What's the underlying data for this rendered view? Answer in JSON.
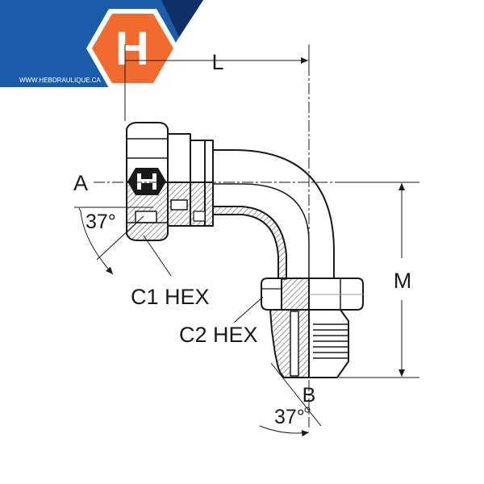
{
  "brand": {
    "logo_letter": "H",
    "url_text": "WWW.HEBDRAULIQUE.CA",
    "colors": {
      "banner_blue": "#1c5dab",
      "banner_dark": "#0f2f66",
      "logo_orange": "#f26a2d",
      "logo_border": "#ffffff"
    }
  },
  "labels": {
    "dim_L": "L",
    "dim_M": "M",
    "end_A": "A",
    "end_B": "B",
    "angle_top": "37°",
    "angle_bottom": "37°",
    "hex_c1": "C1 HEX",
    "hex_c2": "C2 HEX"
  },
  "colors": {
    "line": "#1a1a1a",
    "hatch": "#555555"
  }
}
